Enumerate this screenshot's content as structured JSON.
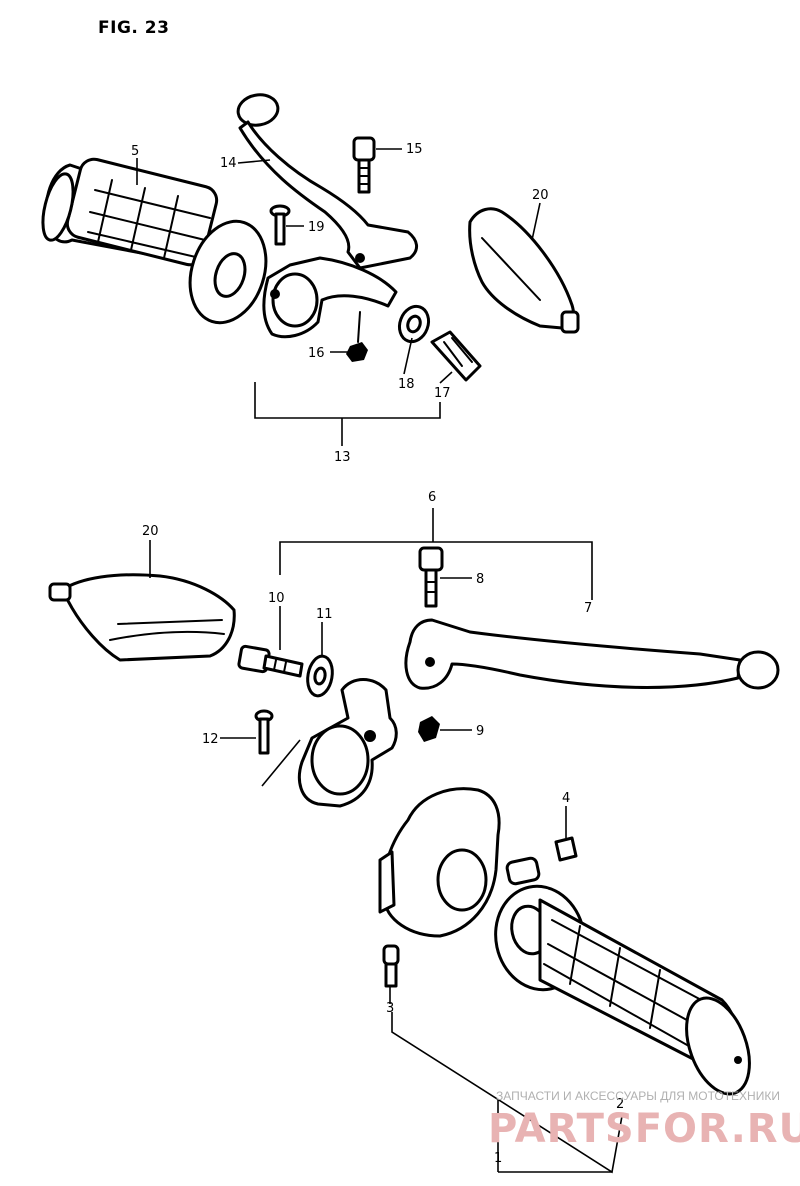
{
  "figure": {
    "title": "FIG. 23"
  },
  "callouts": [
    {
      "id": "c5",
      "text": "5"
    },
    {
      "id": "c14",
      "text": "14"
    },
    {
      "id": "c15",
      "text": "15"
    },
    {
      "id": "c20a",
      "text": "20"
    },
    {
      "id": "c19",
      "text": "19"
    },
    {
      "id": "c16",
      "text": "16"
    },
    {
      "id": "c18",
      "text": "18"
    },
    {
      "id": "c17",
      "text": "17"
    },
    {
      "id": "c13",
      "text": "13"
    },
    {
      "id": "c6",
      "text": "6"
    },
    {
      "id": "c20b",
      "text": "20"
    },
    {
      "id": "c8",
      "text": "8"
    },
    {
      "id": "c10",
      "text": "10"
    },
    {
      "id": "c11",
      "text": "11"
    },
    {
      "id": "c7",
      "text": "7"
    },
    {
      "id": "c12",
      "text": "12"
    },
    {
      "id": "c9",
      "text": "9"
    },
    {
      "id": "c4",
      "text": "4"
    },
    {
      "id": "c3",
      "text": "3"
    },
    {
      "id": "c2",
      "text": "2"
    },
    {
      "id": "c1",
      "text": "1"
    }
  ],
  "watermark": {
    "tagline": "ЗАПЧАСТИ И АКСЕССУАРЫ ДЛЯ МОТОТЕХНИКИ",
    "brand": "PARTSFOR.RU",
    "color": "#e8b3b3"
  }
}
